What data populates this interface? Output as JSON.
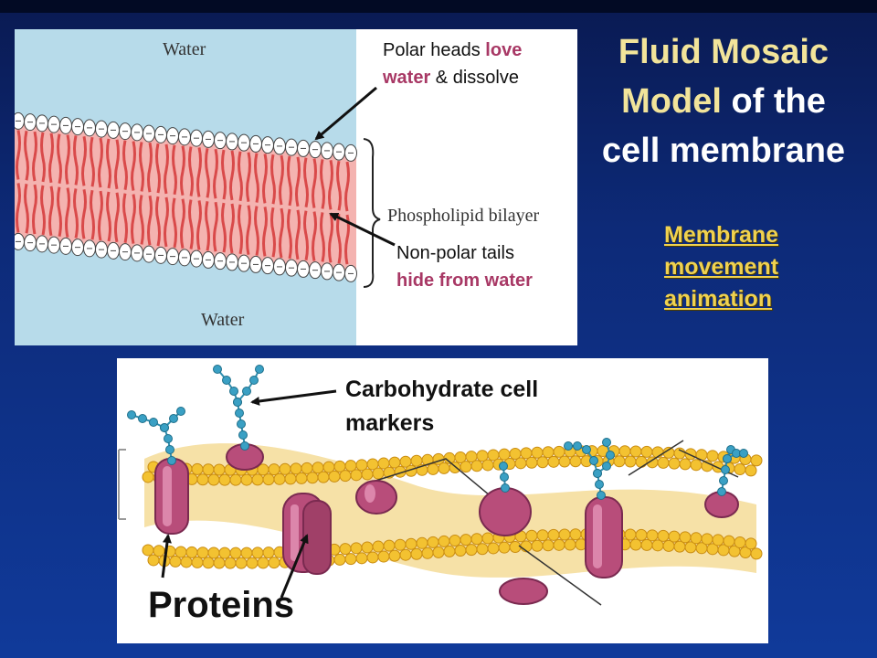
{
  "title": {
    "line1": "Fluid Mosaic",
    "line2_a": "Model",
    "line2_b": " of the",
    "line3": "cell membrane"
  },
  "link": {
    "line1": "Membrane",
    "line2": "movement",
    "line3": "animation"
  },
  "bilayer": {
    "water_top": "Water",
    "water_bottom": "Water",
    "bilayer_label": "Phospholipid bilayer"
  },
  "notes": {
    "polar_a": "Polar heads ",
    "polar_b": "love",
    "polar_c": "water",
    "polar_d": " & dissolve",
    "nonpolar_a": "Non-polar tails",
    "nonpolar_b": "hide from water",
    "carbo_line1": "Carbohydrate cell",
    "carbo_line2": "markers",
    "proteins": "Proteins"
  },
  "colors": {
    "background": "#0d2a78",
    "title_highlight": "#f2e49a",
    "link": "#f0d250",
    "emphasis": "#a83865",
    "water": "#b7dbea",
    "bilayer_pink": "#f4b3b0",
    "tails": "#d94a4a",
    "lipid_heads": "#f3c231",
    "protein": "#b84d7a",
    "carbohydrate": "#2f8fb0"
  }
}
